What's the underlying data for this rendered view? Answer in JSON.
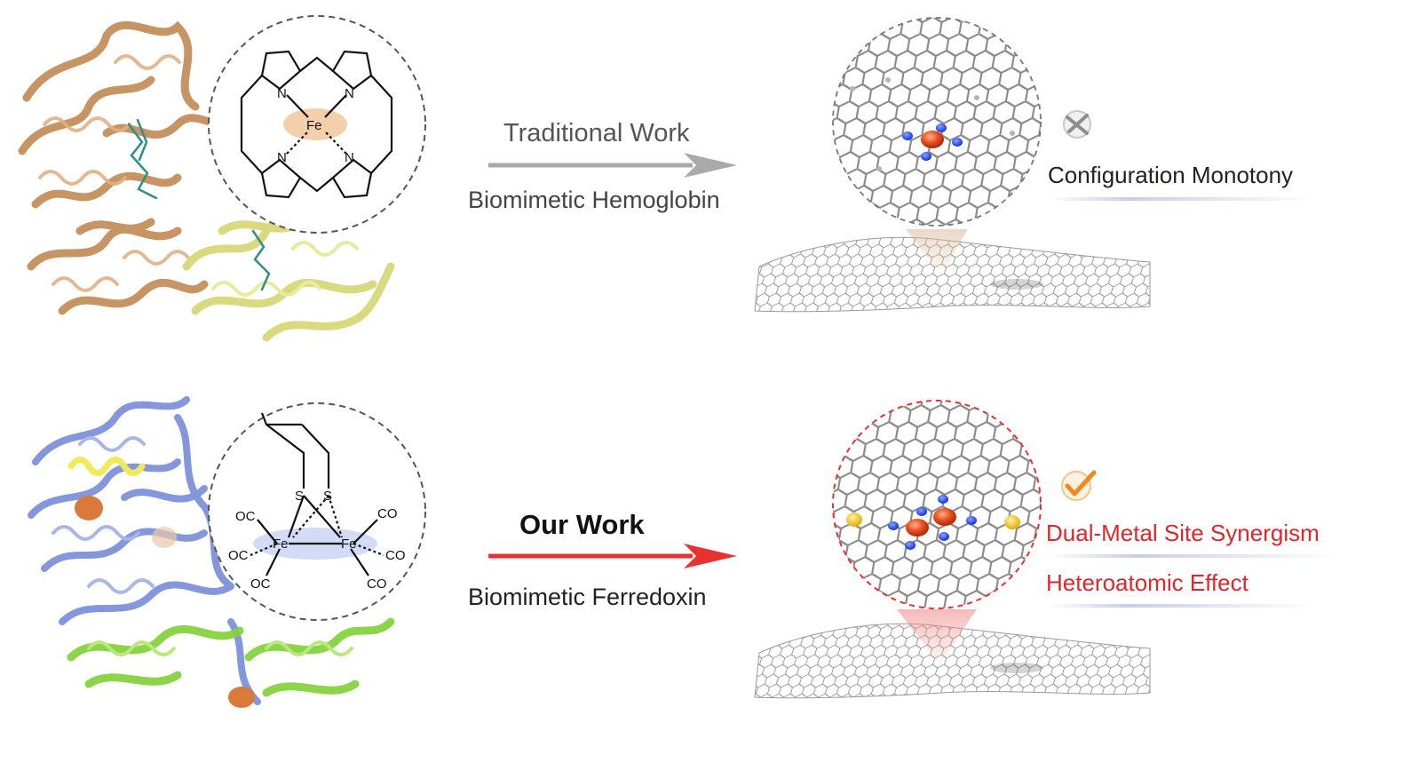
{
  "top_row": {
    "arrow_label_top": "Traditional Work",
    "arrow_label_bottom": "Biomimetic Hemoglobin",
    "outcome": "Configuration Monotony",
    "outcome_icon": "cross-mark-icon",
    "porphyrin_atoms": {
      "metal": "Fe",
      "n1": "N",
      "n2": "N",
      "n3": "N",
      "n4": "N"
    }
  },
  "bottom_row": {
    "arrow_label_top": "Our Work",
    "arrow_label_bottom": "Biomimetic Ferredoxin",
    "outcome_1": "Dual-Metal Site Synergism",
    "outcome_2": "Heteroatomic Effect",
    "outcome_icon": "check-mark-icon",
    "cluster_atoms": {
      "metal_1": "Fe",
      "metal_2": "Fe",
      "s1": "S",
      "s2": "S",
      "co_1": "OC",
      "co_2": "OC",
      "co_3": "OC",
      "co_4": "CO",
      "co_5": "CO",
      "co_6": "CO"
    }
  },
  "colors": {
    "traditional_arrow": "#a9a9a9",
    "our_arrow": "#e8322f",
    "highlight_text": "#e0262a",
    "hemoglobin_ribbon": "#c58f5c",
    "hemoglobin_ribbon_2": "#d7d97a",
    "ferredoxin_ribbon": "#7f92db",
    "ferredoxin_ribbon_2": "#86d23f",
    "iron_atom": "#e74b1c",
    "nitrogen_atom": "#1537e8",
    "sulfur_atom": "#f2c21b"
  }
}
